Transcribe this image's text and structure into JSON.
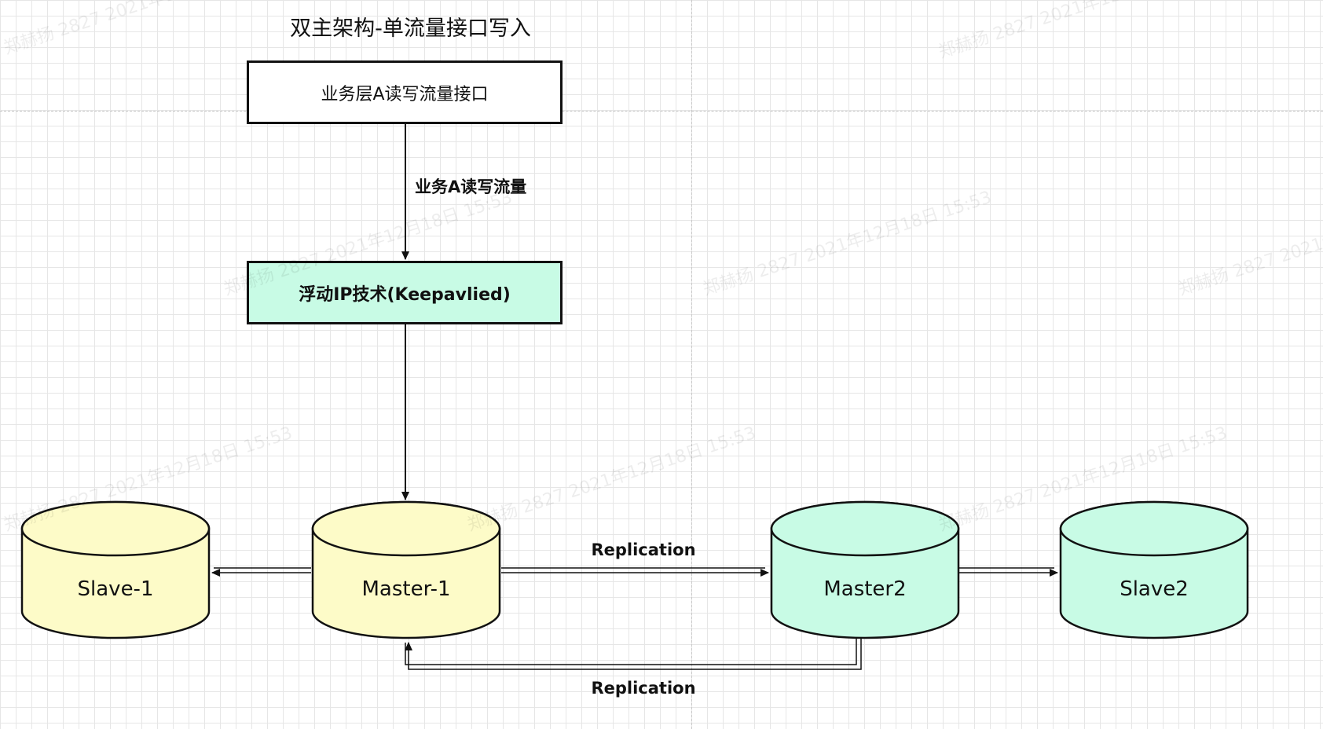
{
  "title": "双主架构-单流量接口写入",
  "nodes": {
    "api": "业务层A读写流量接口",
    "vip": "浮动IP技术(Keepavlied)",
    "slave1": "Slave-1",
    "master1": "Master-1",
    "master2": "Master2",
    "slave2": "Slave2"
  },
  "edges": {
    "traffic_label": "业务A读写流量",
    "replication_forward": "Replication",
    "replication_back": "Replication"
  },
  "colors": {
    "yellow_db": "#fdfbc8",
    "green_db": "#c8fbe5",
    "vip_box": "#c8fbe5",
    "stroke": "#111111"
  },
  "watermark": "郑赫扬 2827 2021年12月18日 15:53"
}
